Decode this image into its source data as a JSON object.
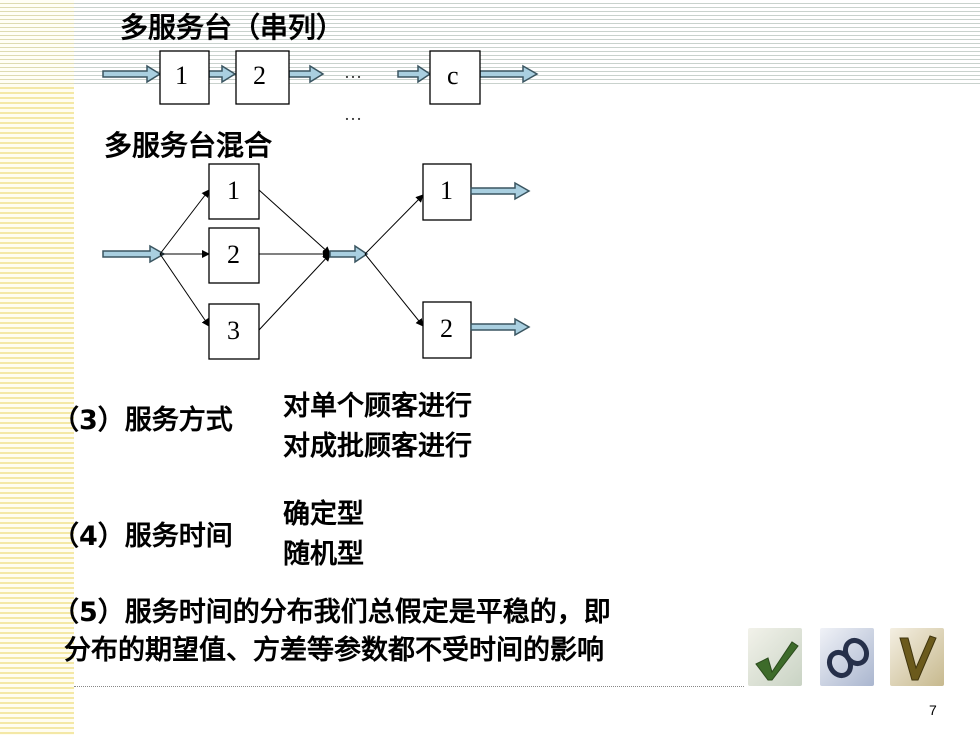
{
  "slide": {
    "title_serial": "多服务台（串列）",
    "title_mixed": "多服务台混合",
    "serial_boxes": [
      "1",
      "2",
      "c"
    ],
    "serial_ellipsis_1": "…",
    "serial_ellipsis_2": "…",
    "mixed_left_boxes": [
      "1",
      "2",
      "3"
    ],
    "mixed_right_boxes": [
      "1",
      "2"
    ],
    "item3_label": "（3）服务方式",
    "item3_option_1": "对单个顾客进行",
    "item3_option_2": "对成批顾客进行",
    "item4_label": "（4）服务时间",
    "item4_option_1": "确定型",
    "item4_option_2": "随机型",
    "item5_line_1": "（5）服务时间的分布我们总假定是平稳的，即",
    "item5_line_2": "分布的期望值、方差等参数都不受时间的影响",
    "page_number": "7",
    "icons": [
      "checkmark-icon",
      "glasses-icon",
      "v-letter-icon"
    ],
    "colors": {
      "arrow_fill": "#a9cfe0",
      "arrow_stroke": "#3a5560",
      "stripe_top": "#c9d2cd",
      "stripe_left": "#f4e8a6"
    }
  }
}
